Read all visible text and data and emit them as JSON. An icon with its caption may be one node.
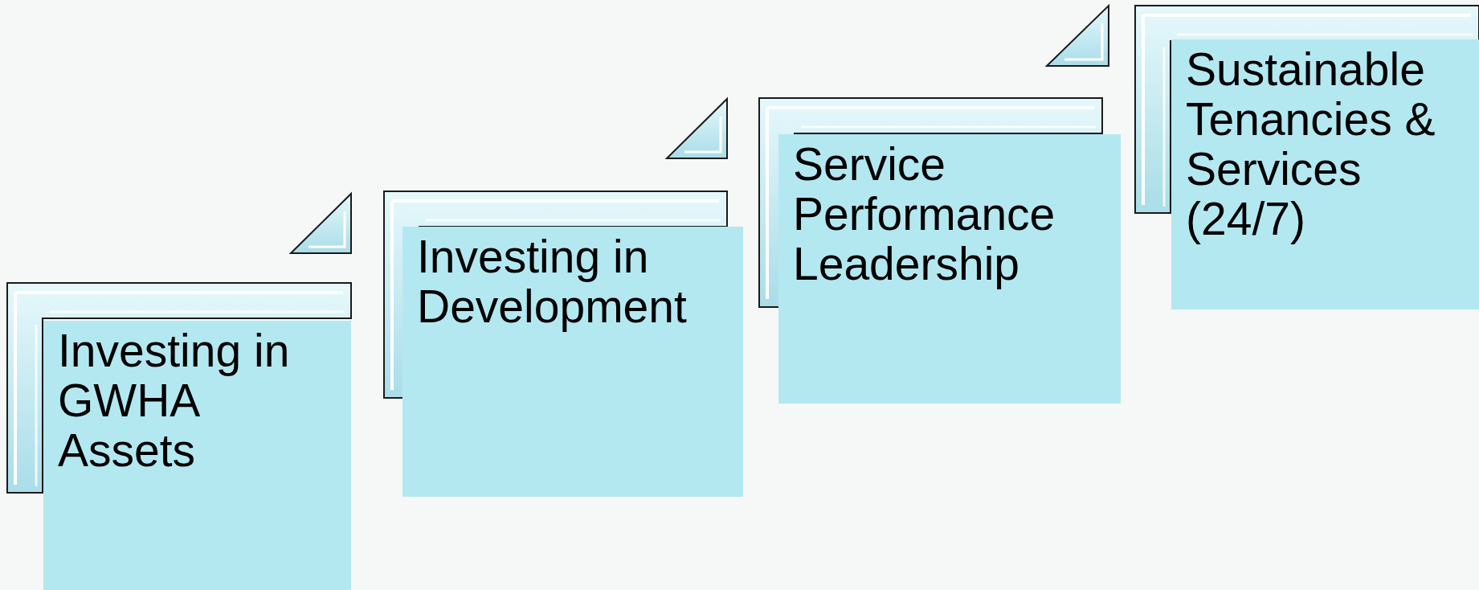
{
  "diagram": {
    "nodes": [
      {
        "text": [
          "Investing in GWHA Assets"
        ]
      },
      {
        "text": [
          "Investing in Development"
        ]
      },
      {
        "text": [
          "Service Performance Leadership"
        ]
      },
      {
        "text": [
          "Sustainable Tenancies & Services (24/7)"
        ]
      }
    ]
  }
}
